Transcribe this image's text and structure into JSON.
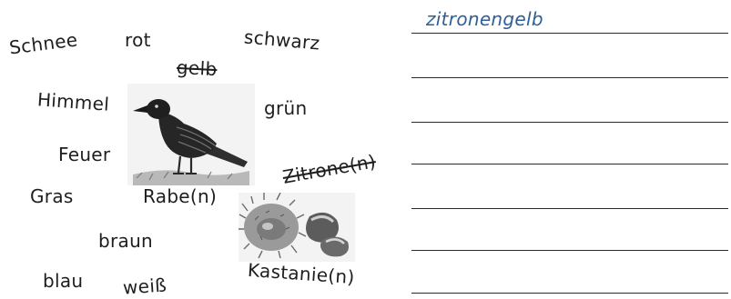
{
  "words": {
    "schnee": "Schnee",
    "rot": "rot",
    "schwarz": "schwarz",
    "gelb": "gelb",
    "himmel": "Himmel",
    "gruen": "grün",
    "feuer": "Feuer",
    "zitrone": "Zitrone(n)",
    "gras": "Gras",
    "rabe": "Rabe(n)",
    "braun": "braun",
    "blau": "blau",
    "weiss": "weiß",
    "kastanie": "Kastanie(n)"
  },
  "answers": {
    "first": "zitronengelb"
  },
  "illustrations": {
    "raven": "raven-icon",
    "chestnuts": "chestnut-icon"
  },
  "colors": {
    "text": "#1e1e1e",
    "handwriting": "#2f5f96"
  }
}
